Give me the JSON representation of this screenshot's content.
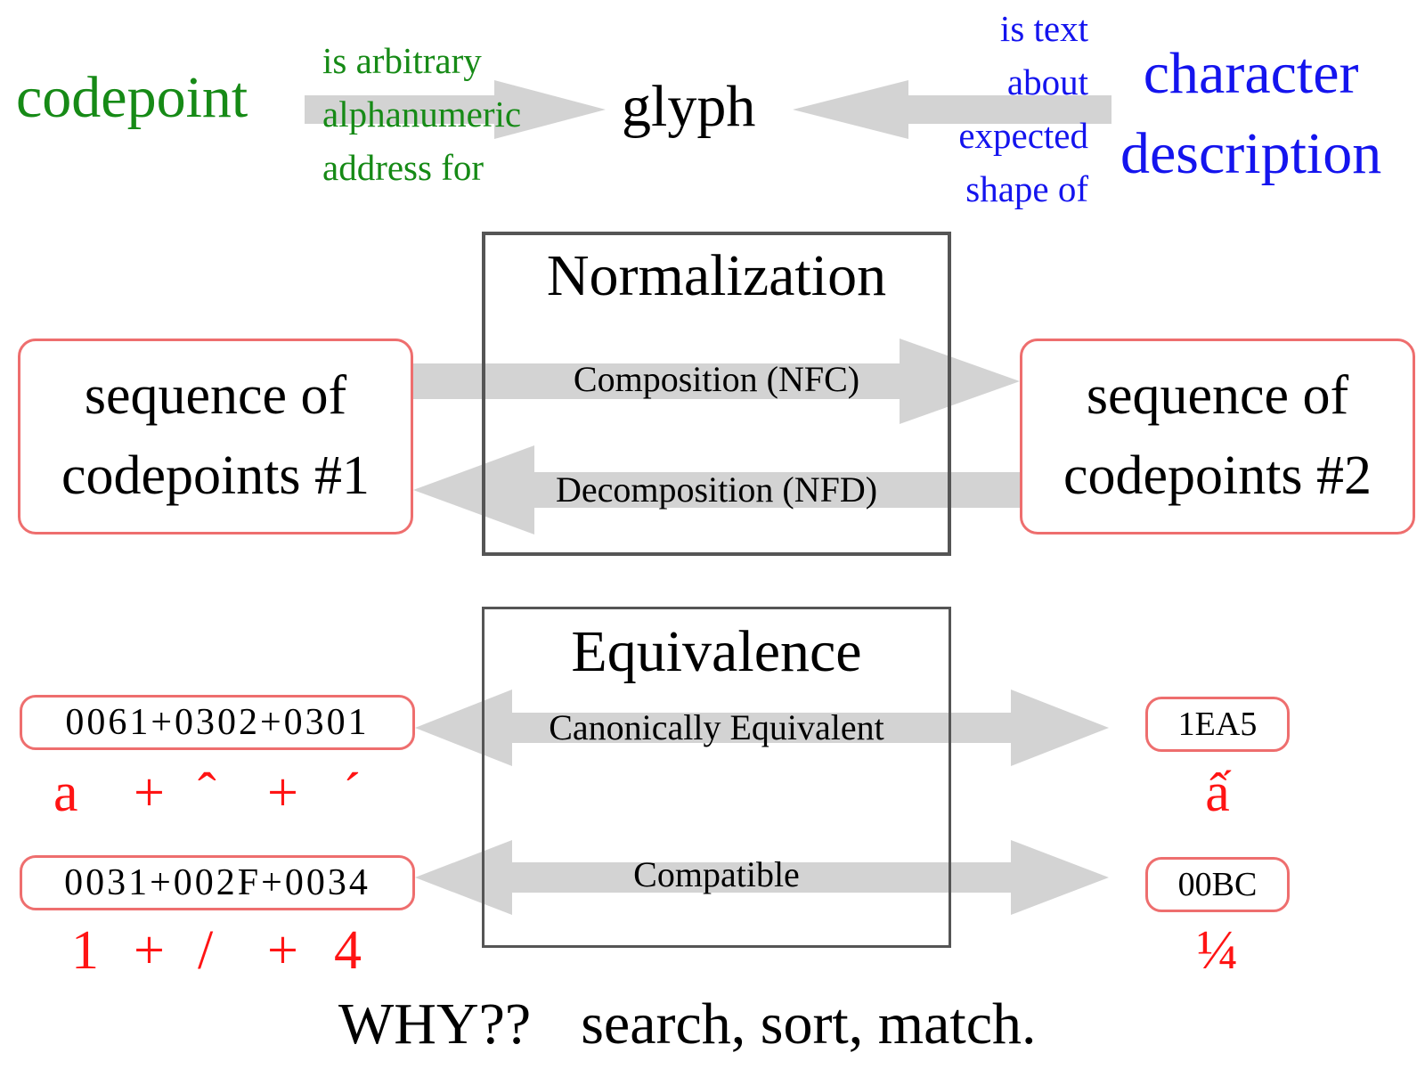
{
  "top": {
    "codepoint": "codepoint",
    "codepoint_relation": [
      "is arbitrary",
      "alphanumeric",
      "address for"
    ],
    "glyph": "glyph",
    "description_relation": [
      "is text",
      "about",
      "expected",
      "shape of"
    ],
    "character_description": [
      "character",
      "description"
    ]
  },
  "normalization": {
    "title": "Normalization",
    "left_box": [
      "sequence of",
      "codepoints #1"
    ],
    "right_box": [
      "sequence of",
      "codepoints #2"
    ],
    "composition": "Composition (NFC)",
    "decomposition": "Decomposition (NFD)"
  },
  "equivalence": {
    "title": "Equivalence",
    "canonical_label": "Canonically Equivalent",
    "compatible_label": "Compatible",
    "row1": {
      "codepoints": "0061+0302+0301",
      "glyphs": [
        "a",
        "+",
        "ˆ",
        "+",
        "ˊ"
      ],
      "target_code": "1EA5",
      "target_glyph": "ấ"
    },
    "row2": {
      "codepoints": "0031+002F+0034",
      "glyphs": [
        "1",
        "+",
        "/",
        "+",
        "4"
      ],
      "target_code": "00BC",
      "target_glyph": "¼"
    }
  },
  "footer": {
    "why": "WHY??",
    "reasons": "search, sort, match."
  },
  "colors": {
    "codepoint_green": "#168a16",
    "description_blue": "#1414ee",
    "example_red": "#ff1414",
    "box_red": "#ee6e6e",
    "arrow_gray": "#d3d3d3",
    "frame_gray": "#555555"
  }
}
